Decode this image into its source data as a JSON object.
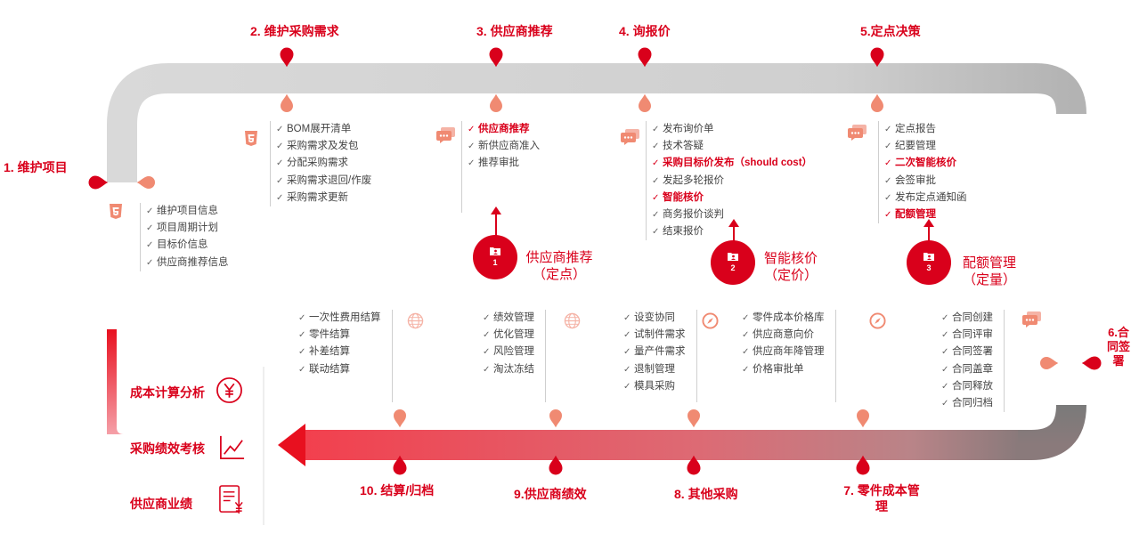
{
  "stages": [
    {
      "id": "s1",
      "title": "1. 维护项目",
      "items": [
        {
          "text": "维护项目信息",
          "hl": false
        },
        {
          "text": "项目周期计划",
          "hl": false
        },
        {
          "text": "目标价信息",
          "hl": false
        },
        {
          "text": "供应商推荐信息",
          "hl": false
        }
      ]
    },
    {
      "id": "s2",
      "title": "2. 维护采购需求",
      "items": [
        {
          "text": "BOM展开清单",
          "hl": false
        },
        {
          "text": "采购需求及发包",
          "hl": false
        },
        {
          "text": "分配采购需求",
          "hl": false
        },
        {
          "text": "采购需求退回/作废",
          "hl": false
        },
        {
          "text": "采购需求更新",
          "hl": false
        }
      ]
    },
    {
      "id": "s3",
      "title": "3. 供应商推荐",
      "items": [
        {
          "text": "供应商推荐",
          "hl": true
        },
        {
          "text": "新供应商准入",
          "hl": false
        },
        {
          "text": "推荐审批",
          "hl": false
        }
      ]
    },
    {
      "id": "s4",
      "title": "4. 询报价",
      "items": [
        {
          "text": "发布询价单",
          "hl": false
        },
        {
          "text": "技术答疑",
          "hl": false
        },
        {
          "text": "采购目标价发布（should cost）",
          "hl": true
        },
        {
          "text": "发起多轮报价",
          "hl": false
        },
        {
          "text": "智能核价",
          "hl": true
        },
        {
          "text": "商务报价谈判",
          "hl": false
        },
        {
          "text": "结束报价",
          "hl": false
        }
      ]
    },
    {
      "id": "s5",
      "title": "5.定点决策",
      "items": [
        {
          "text": "定点报告",
          "hl": false
        },
        {
          "text": "纪要管理",
          "hl": false
        },
        {
          "text": "二次智能核价",
          "hl": true
        },
        {
          "text": "会签审批",
          "hl": false
        },
        {
          "text": "发布定点通知函",
          "hl": false
        },
        {
          "text": "配额管理",
          "hl": true
        }
      ]
    },
    {
      "id": "s6",
      "title": "6.合同签署",
      "items": [
        {
          "text": "合同创建",
          "hl": false
        },
        {
          "text": "合同评审",
          "hl": false
        },
        {
          "text": "合同签署",
          "hl": false
        },
        {
          "text": "合同盖章",
          "hl": false
        },
        {
          "text": "合同释放",
          "hl": false
        },
        {
          "text": "合同归档",
          "hl": false
        }
      ]
    },
    {
      "id": "s7",
      "title": "7. 零件成本管理",
      "items": [
        {
          "text": "零件成本价格库",
          "hl": false
        },
        {
          "text": "供应商意向价",
          "hl": false
        },
        {
          "text": "供应商年降管理",
          "hl": false
        },
        {
          "text": "价格审批单",
          "hl": false
        }
      ]
    },
    {
      "id": "s8",
      "title": "8. 其他采购",
      "items": [
        {
          "text": "设变协同",
          "hl": false
        },
        {
          "text": "试制件需求",
          "hl": false
        },
        {
          "text": "量产件需求",
          "hl": false
        },
        {
          "text": "退制管理",
          "hl": false
        },
        {
          "text": "模具采购",
          "hl": false
        }
      ]
    },
    {
      "id": "s9",
      "title": "9.供应商绩效",
      "items": [
        {
          "text": "绩效管理",
          "hl": false
        },
        {
          "text": "优化管理",
          "hl": false
        },
        {
          "text": "风险管理",
          "hl": false
        },
        {
          "text": "淘汰冻结",
          "hl": false
        }
      ]
    },
    {
      "id": "s10",
      "title": "10. 结算/归档",
      "items": [
        {
          "text": "一次性费用结算",
          "hl": false
        },
        {
          "text": "零件结算",
          "hl": false
        },
        {
          "text": "补差结算",
          "hl": false
        },
        {
          "text": "联动结算",
          "hl": false
        }
      ]
    }
  ],
  "callouts": [
    {
      "num": "1",
      "line1": "供应商推荐",
      "line2": "（定点）"
    },
    {
      "num": "2",
      "line1": "智能核价",
      "line2": "（定价）"
    },
    {
      "num": "3",
      "line1": "配额管理",
      "line2": "（定量）"
    }
  ],
  "analysis": [
    "成本计算分析",
    "采购绩效考核",
    "供应商业绩"
  ],
  "icons": {
    "s1": "html5-icon",
    "s2": "html5-icon",
    "s3": "chat-icon",
    "s4": "chat-icon",
    "s5": "chat-icon",
    "s6": "chat-icon",
    "s7": "compass-icon",
    "s8": "compass-icon",
    "s9": "globe-icon",
    "s10": "globe-icon",
    "callout": "folder-user-icon",
    "analysis": [
      "yen-circle-icon",
      "line-chart-icon",
      "invoice-yen-icon"
    ]
  },
  "colors": {
    "accent": "#d9001b",
    "salmon": "#f08a72",
    "trackTop": "#d6d6d6",
    "trackRight": "#8c8c8c"
  }
}
